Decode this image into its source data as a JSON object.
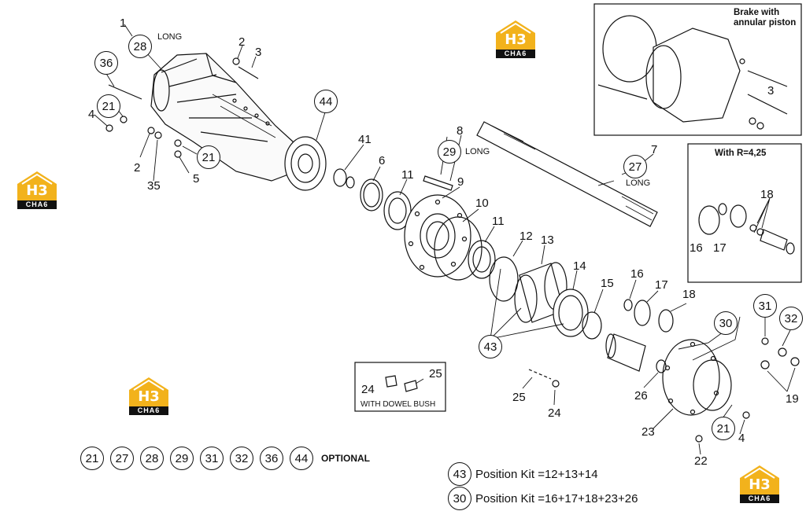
{
  "brand": {
    "logo_main": "H3",
    "logo_sub": "CHA6",
    "accent": "#f2b21c",
    "ink": "#111111"
  },
  "callouts": {
    "c1": "1",
    "c28": "28",
    "c_long1": "LONG",
    "c2a": "2",
    "c3a": "3",
    "c36": "36",
    "c21a": "21",
    "c4a": "4",
    "c2b": "2",
    "c35": "35",
    "c21b": "21",
    "c5": "5",
    "c44": "44",
    "c41": "41",
    "c6": "6",
    "c8": "8",
    "c29": "29",
    "c_long2": "LONG",
    "c11a": "11",
    "c9": "9",
    "c10": "10",
    "c11b": "11",
    "c12": "12",
    "c13": "13",
    "c14": "14",
    "c43": "43",
    "c7": "7",
    "c27": "27",
    "c_long3": "LONG",
    "c15": "15",
    "c16": "16",
    "c17": "17",
    "c18": "18",
    "c30": "30",
    "c31": "31",
    "c32": "32",
    "c19": "19",
    "c26": "26",
    "c23": "23",
    "c21c": "21",
    "c4b": "4",
    "c22": "22",
    "c25a": "25",
    "c24a": "24",
    "c25b": "25",
    "c24b": "24"
  },
  "insets": {
    "brake_title": "Brake with\nannular piston",
    "brake_c3": "3",
    "r_title": "With R=4,25",
    "r_c18": "18",
    "r_c16": "16",
    "r_c17": "17",
    "dowel_label": "WITH DOWEL BUSH",
    "dowel_c24": "24",
    "dowel_c25": "25"
  },
  "optional": {
    "items": [
      "21",
      "27",
      "28",
      "29",
      "31",
      "32",
      "36",
      "44"
    ],
    "label": "OPTIONAL"
  },
  "kits": [
    {
      "num": "43",
      "text": "Position Kit =12+13+14"
    },
    {
      "num": "30",
      "text": "Position Kit =16+17+18+23+26"
    }
  ]
}
